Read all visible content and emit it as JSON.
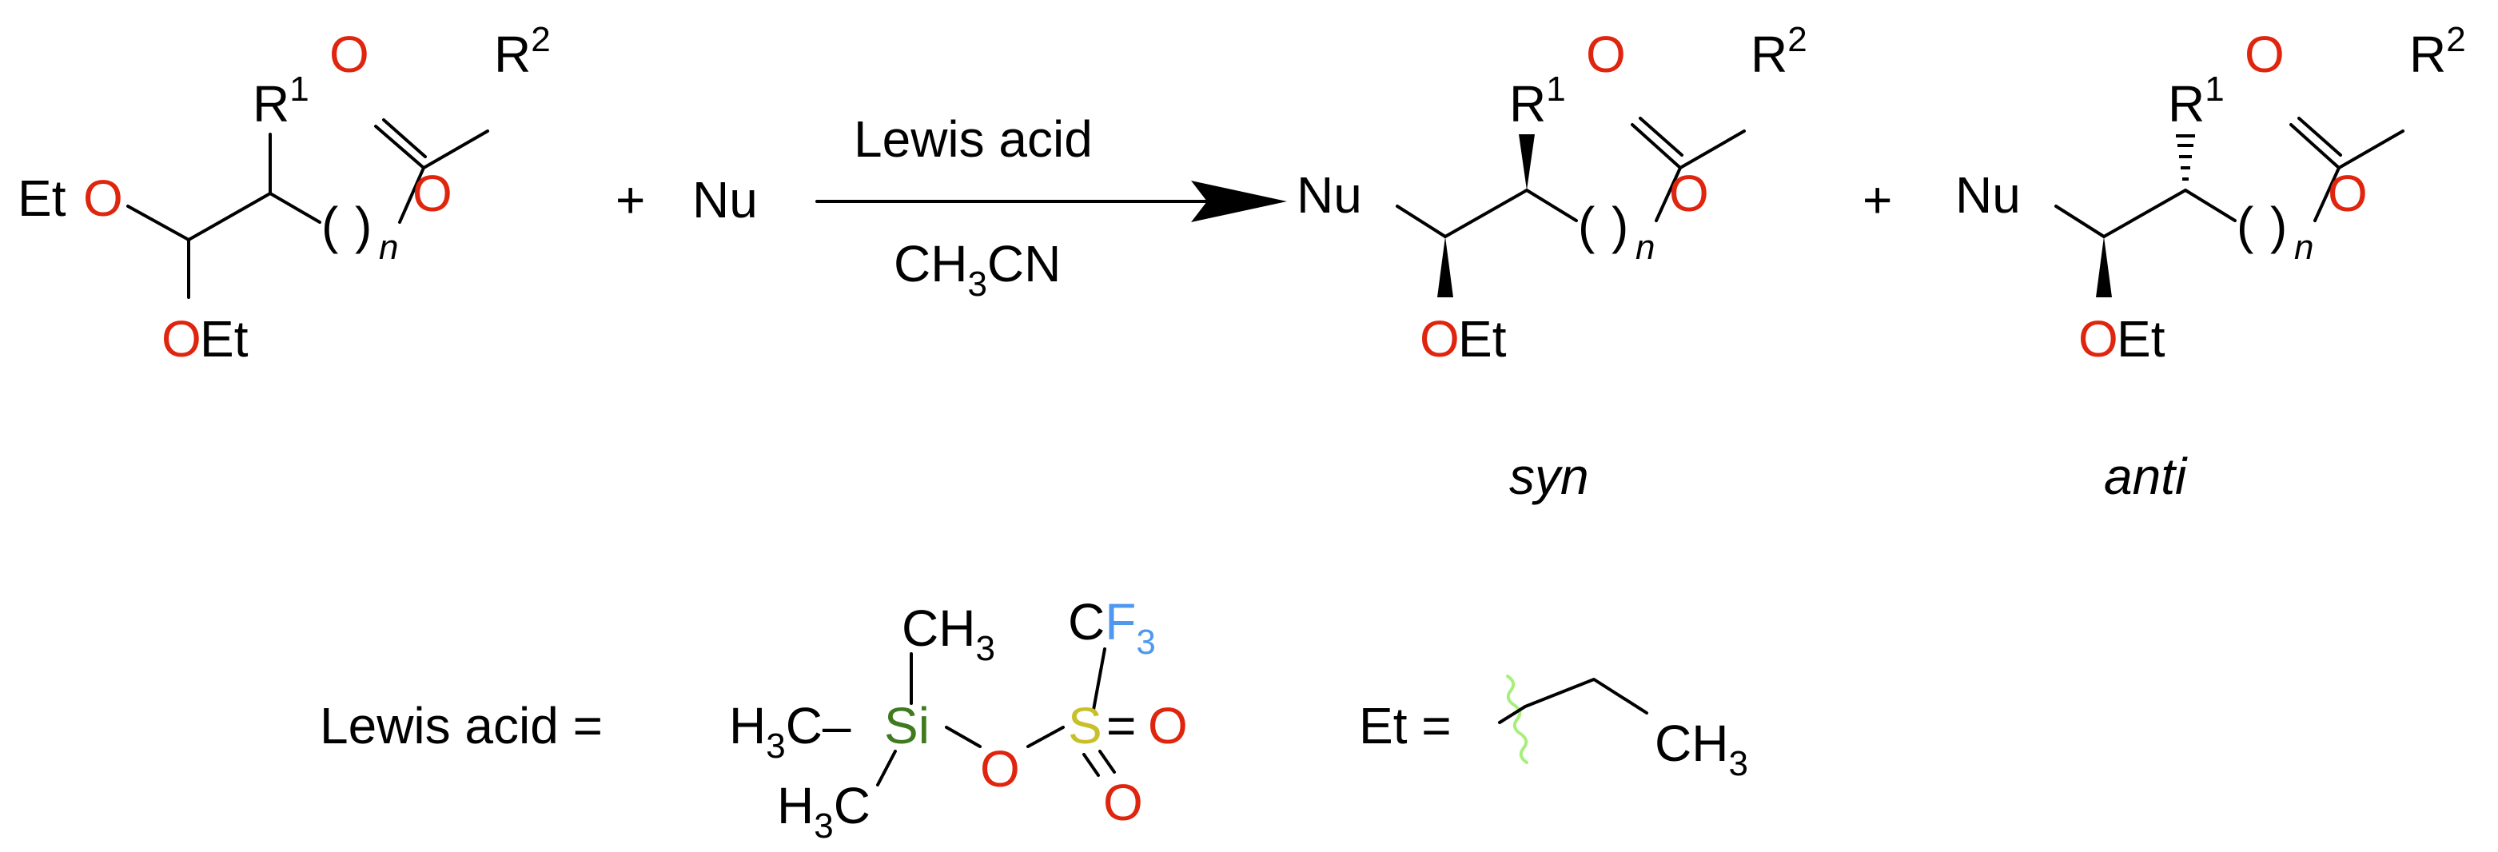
{
  "colors": {
    "oxygen": "#e0250f",
    "silicon": "#3f7a1f",
    "sulfur": "#c8c02a",
    "fluorine": "#4f98f0",
    "wavy_bond": "#a6ef7d",
    "text": "#000000"
  },
  "reaction": {
    "reagent_label": "Lewis acid",
    "solvent_main": "CH",
    "solvent_sub": "3",
    "solvent_tail": "CN",
    "plus": "+",
    "nucleophile": "Nu"
  },
  "labels": {
    "et": "Et",
    "o": "O",
    "r": "R",
    "r1_sup": "1",
    "r2_sup": "2",
    "n": "n",
    "paren_open": "(",
    "paren_close": ")"
  },
  "products": {
    "syn_label": "syn",
    "anti_label": "anti"
  },
  "definitions": {
    "lewis_acid_eq": "Lewis acid =",
    "et_eq": "Et =",
    "h": "H",
    "c": "C",
    "ch": "CH",
    "three": "3",
    "dash": "–",
    "si": "Si",
    "s": "S",
    "f": "F",
    "eq_bond": "="
  }
}
